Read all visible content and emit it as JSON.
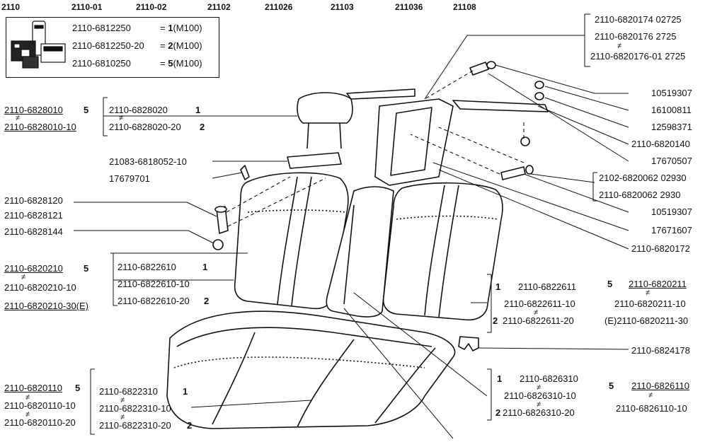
{
  "models": [
    "2110",
    "2110-01",
    "2110-02",
    "21102",
    "211026",
    "21103",
    "211036",
    "21108"
  ],
  "kit": {
    "rows": [
      {
        "part": "2110-6812250",
        "eq": "=",
        "qty": "1",
        "unit": "(M100)"
      },
      {
        "part": "2110-6812250-20",
        "eq": "=",
        "qty": "2",
        "unit": "(M100)"
      },
      {
        "part": "2110-6810250",
        "eq": "=",
        "qty": "5",
        "unit": "(M100)"
      }
    ]
  },
  "labels": {
    "tr1": "2110-6820174 02725",
    "tr2": "2110-6820176 2725",
    "tr3": "2110-6820176-01 2725",
    "r1": "10519307",
    "r2": "16100811",
    "r3": "12598371",
    "r4": "2110-6820140",
    "r5": "17670507",
    "r6a": "2102-6820062 02930",
    "r6b": "2110-6820062 2930",
    "r7": "10519307",
    "r8": "17671607",
    "r9": "2110-6820172",
    "l_head_a": "2110-6828010",
    "l_head_a_qty": "5",
    "l_head_b": "2110-6828010-10",
    "head1": "2110-6828020",
    "head1_qty": "1",
    "head2": "2110-6828020-20",
    "head2_qty": "2",
    "holder": "21083-6818052-10",
    "clip": "17679701",
    "guide1": "2110-6828120",
    "guide2": "2110-6828121",
    "guide3": "2110-6828144",
    "l_back_a": "2110-6820210",
    "l_back_a_qty": "5",
    "l_back_b": "2110-6820210-10",
    "l_back_c": "2110-6820210-30(E)",
    "back1": "2110-6822610",
    "back1_qty": "1",
    "back2": "2110-6822610-10",
    "back3": "2110-6822610-20",
    "back3_qty": "2",
    "rb1_qty": "1",
    "rb1": "2110-6822611",
    "rb2": "2110-6822611-10",
    "rb3_qty": "2",
    "rb3": "2110-6822611-20",
    "rr_a_qty": "5",
    "rr_a": "2110-6820211",
    "rr_b": "2110-6820211-10",
    "rr_c": "(E)2110-6820211-30",
    "latch": "2110-6824178",
    "l_cush_a": "2110-6820110",
    "l_cush_a_qty": "5",
    "l_cush_b": "2110-6820110-10",
    "l_cush_c": "2110-6820110-20",
    "cush1": "2110-6822310",
    "cush1_qty": "1",
    "cush2": "2110-6822310-10",
    "cush3": "2110-6822310-20",
    "cush3_qty": "2",
    "mid1_qty": "1",
    "mid1": "2110-6826310",
    "mid2": "2110-6826310-10",
    "mid3_qty": "2",
    "mid3": "2110-6826310-20",
    "mr_a_qty": "5",
    "mr_a": "2110-6826110",
    "mr_b": "2110-6826110-10",
    "ne": "≠"
  }
}
